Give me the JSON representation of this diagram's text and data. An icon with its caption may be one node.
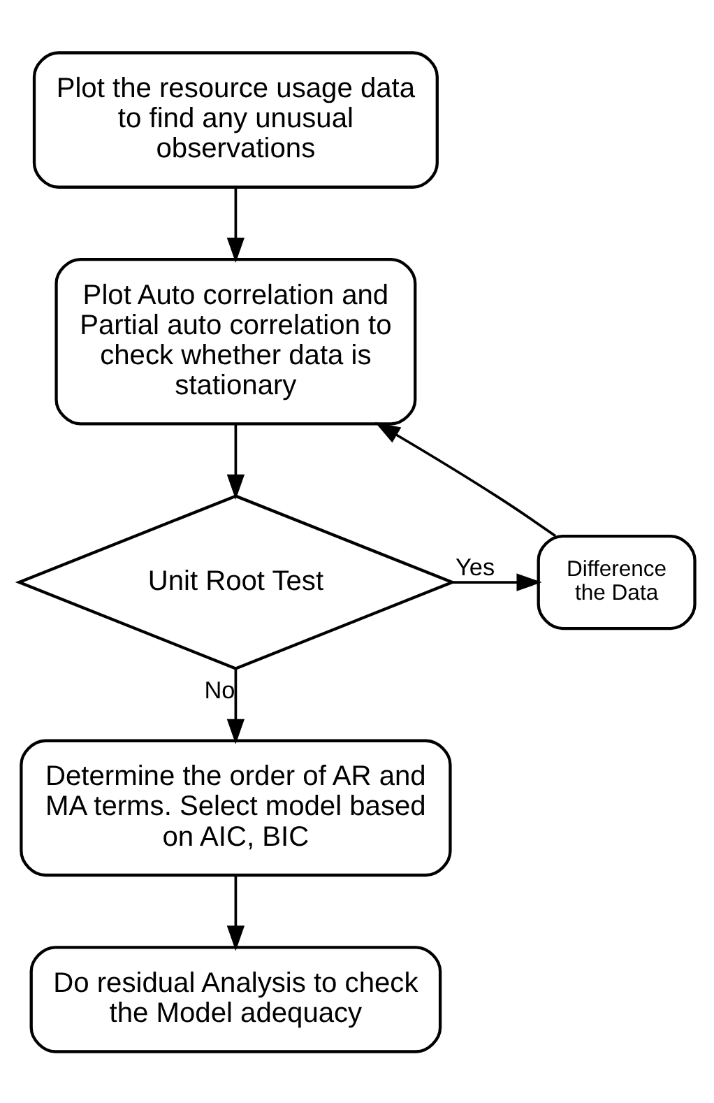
{
  "diagram": {
    "nodes": [
      {
        "text": [
          "Plot the resource usage data to find any unusual observations"
        ]
      },
      {
        "text": [
          "Plot Auto correlation and Partial auto correlation to check whether data is stationary"
        ]
      },
      {
        "text": [
          "Unit Root Test"
        ]
      },
      {
        "text": [
          "Difference the Data"
        ]
      },
      {
        "text": [
          "Determine the order of AR and MA terms. Select model based on AIC, BIC"
        ]
      },
      {
        "text": [
          "Do residual Analysis to check the Model adequacy"
        ]
      }
    ],
    "edges": [
      {
        "from": 0,
        "to": 1,
        "arrow": "to"
      },
      {
        "from": 1,
        "to": 2,
        "arrow": "to"
      },
      {
        "from": 2,
        "to": 3,
        "arrow": "to",
        "label": "Yes"
      },
      {
        "from": 3,
        "to": 1,
        "arrow": "to"
      },
      {
        "from": 2,
        "to": 4,
        "arrow": "to",
        "label": "No"
      },
      {
        "from": 4,
        "to": 5,
        "arrow": "to"
      }
    ]
  }
}
